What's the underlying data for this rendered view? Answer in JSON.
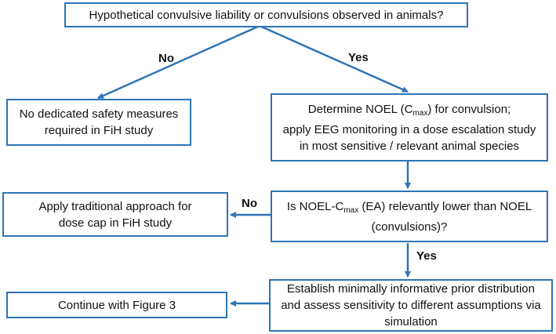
{
  "colors": {
    "box_border": "#2e75b6",
    "arrow": "#2e75b6",
    "text": "#111111"
  },
  "nodes": {
    "question_convulsive": {
      "text": "Hypothetical convulsive liability or convulsions observed in animals?"
    },
    "no_safety_measures": {
      "lines": [
        "No dedicated safety measures",
        "required in FiH study"
      ]
    },
    "determine_noel": {
      "line1_pre": "Determine NOEL (C",
      "line1_sub": "max",
      "line1_post": ") for convulsion;",
      "line2": "apply EEG monitoring in a dose escalation study",
      "line3": "in most sensitive / relevant animal species"
    },
    "question_noel_lower": {
      "line1_pre": "Is NOEL-C",
      "line1_sub": "max",
      "line1_post": " (EA) relevantly lower than NOEL",
      "line2": "(convulsions)?"
    },
    "traditional_approach": {
      "lines": [
        "Apply traditional approach for",
        "dose cap in FiH study"
      ]
    },
    "establish_prior": {
      "lines": [
        "Establish minimally informative prior distribution",
        "and assess sensitivity to different assumptions via",
        "simulation"
      ]
    },
    "continue_figure": {
      "text": "Continue with Figure 3"
    }
  },
  "edge_labels": {
    "first_no": "No",
    "first_yes": "Yes",
    "second_no": "No",
    "second_yes": "Yes"
  }
}
